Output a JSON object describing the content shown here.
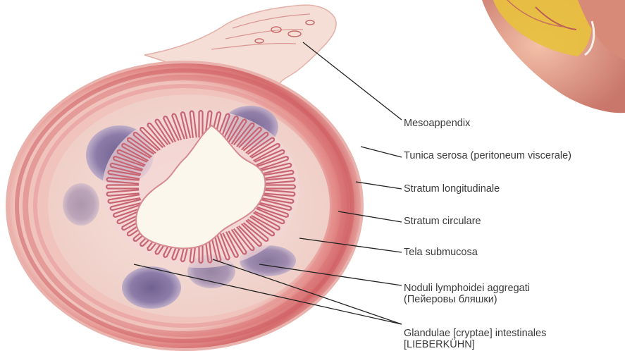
{
  "labels": {
    "mesoappendix": "Mesoappendix",
    "tunica_serosa": "Tunica serosa (peritoneum viscerale)",
    "stratum_longitudinale": "Stratum longitudinale",
    "stratum_circulare": "Stratum circulare",
    "tela_submucosa": "Tela submucosa",
    "noduli_line1": "Noduli lymphoidei aggregati",
    "noduli_line2": "(Пейеровы бляшки)",
    "glandulae_line1": "Glandulae [cryptae] intestinales",
    "glandulae_line2": "[LIEBERKÜHN]"
  },
  "colors": {
    "muscle_outer": "#d9787a",
    "muscle_inner": "#e8a0a0",
    "submucosa": "#f2d8d2",
    "lymphoid": "#6e5f95",
    "lumen": "#fbf6ea",
    "fat": "#e6c23a",
    "leader": "#222222"
  }
}
